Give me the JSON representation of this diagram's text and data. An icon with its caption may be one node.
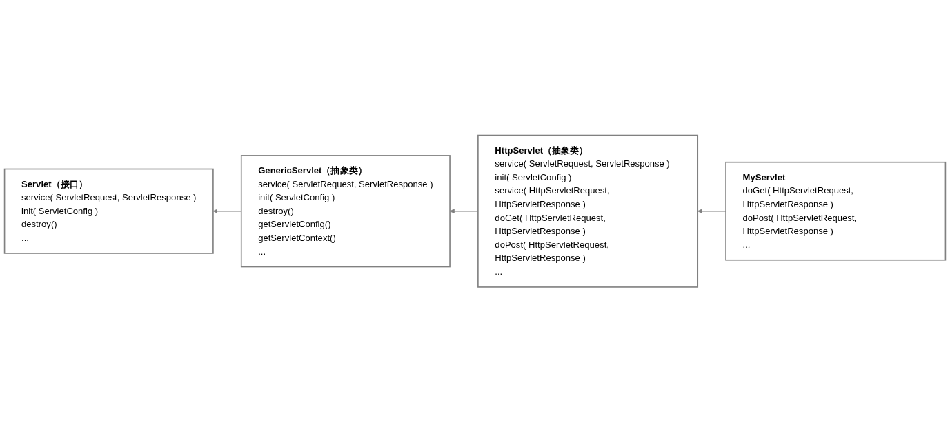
{
  "diagram": {
    "nodes": [
      {
        "text": [
          "Servlet（接口）",
          "service( ServletRequest, ServletResponse )",
          "init( ServletConfig )",
          "destroy()",
          "..."
        ]
      },
      {
        "text": [
          "GenericServlet（抽象类）",
          "service( ServletRequest, ServletResponse )",
          "init( ServletConfig )",
          "destroy()",
          "getServletConfig()",
          "getServletContext()",
          "..."
        ]
      },
      {
        "text": [
          "HttpServlet（抽象类）",
          "service( ServletRequest, ServletResponse )",
          "init( ServletConfig )",
          "service( HttpServletRequest, HttpServletResponse )",
          "doGet( HttpServletRequest, HttpServletResponse )",
          "doPost( HttpServletRequest, HttpServletResponse )",
          "..."
        ]
      },
      {
        "text": [
          "MyServlet",
          "doGet( HttpServletRequest, HttpServletResponse )",
          "doPost( HttpServletRequest, HttpServletResponse )",
          "..."
        ]
      }
    ],
    "edges": [
      {
        "from": 1,
        "to": 0,
        "arrow": "to"
      },
      {
        "from": 2,
        "to": 1,
        "arrow": "to"
      },
      {
        "from": 3,
        "to": 2,
        "arrow": "to"
      }
    ]
  }
}
